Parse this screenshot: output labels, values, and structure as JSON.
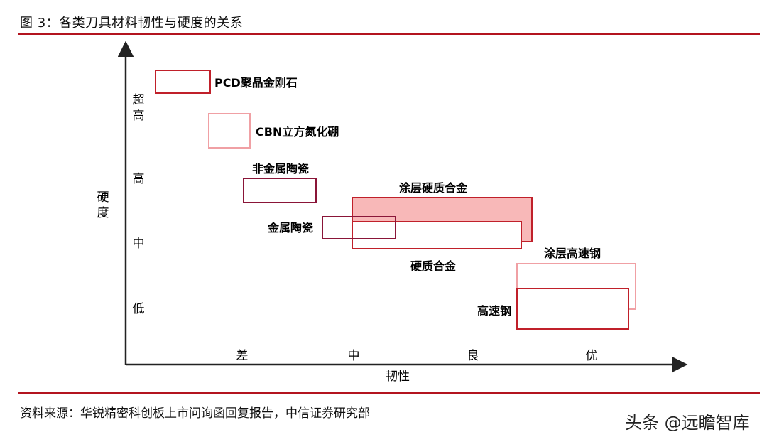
{
  "figure": {
    "title": "图 3：各类刀具材料韧性与硬度的关系",
    "source": "资料来源：华锐精密科创板上市问询函回复报告，中信证券研究部",
    "watermark": "头条 @远瞻智库"
  },
  "axes": {
    "y_title": [
      "硬",
      "度"
    ],
    "x_title": "韧性",
    "y_levels": [
      [
        "超",
        "高"
      ],
      [
        "高"
      ],
      [
        "中"
      ],
      [
        "低"
      ]
    ],
    "x_levels": [
      "差",
      "中",
      "良",
      "优"
    ]
  },
  "materials": [
    {
      "id": "pcd",
      "label": "PCD聚晶金刚石",
      "stroke": "#c0202a",
      "fill": "none"
    },
    {
      "id": "cbn",
      "label": "CBN立方氮化硼",
      "stroke": "#f0a0a4",
      "fill": "none"
    },
    {
      "id": "non-metal-cermet",
      "label": "非金属陶瓷",
      "stroke": "#8a1538",
      "fill": "none"
    },
    {
      "id": "coated-carbide",
      "label": "涂层硬质合金",
      "stroke": "#c0202a",
      "fill": "#f8b8b8"
    },
    {
      "id": "cermet",
      "label": "金属陶瓷",
      "stroke": "#8a1538",
      "fill": "none"
    },
    {
      "id": "carbide",
      "label": "硬质合金",
      "stroke": "#c0202a",
      "fill": "#ffffff"
    },
    {
      "id": "coated-hss",
      "label": "涂层高速钢",
      "stroke": "#f0a0a4",
      "fill": "none"
    },
    {
      "id": "hss",
      "label": "高速钢",
      "stroke": "#c0202a",
      "fill": "#ffffff"
    }
  ]
}
